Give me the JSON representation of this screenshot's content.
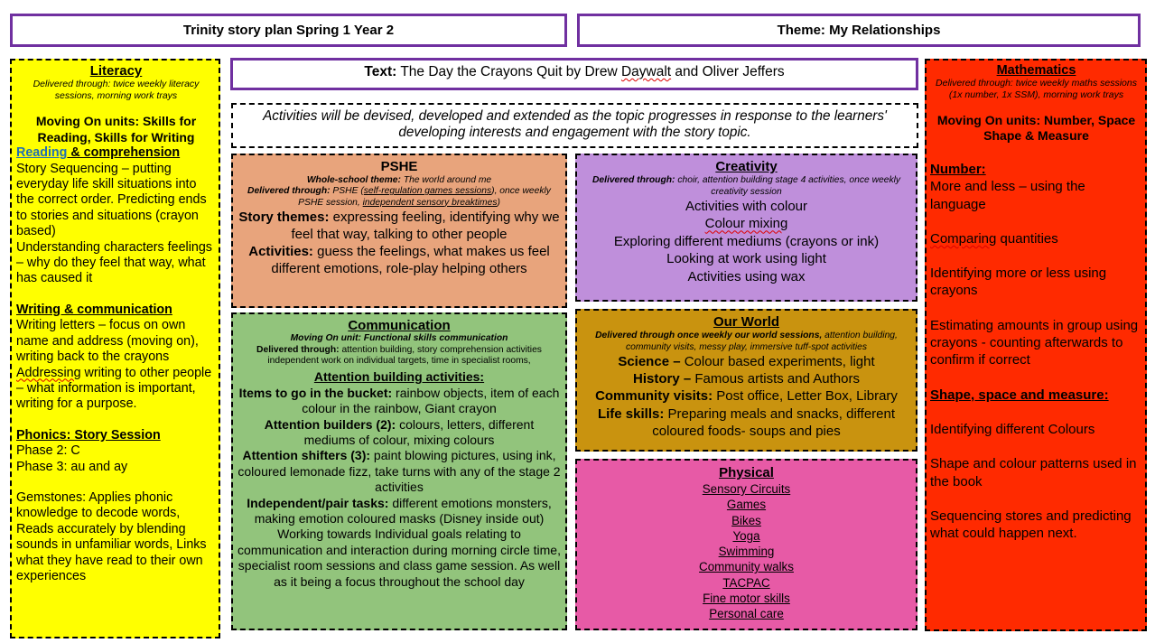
{
  "header": {
    "left_title": "Trinity story plan Spring 1 Year 2",
    "right_title": "Theme: My Relationships"
  },
  "text_box": {
    "label": "Text:",
    "book_part1": "The Day the Crayons Quit by Drew ",
    "book_author_flagged": "Daywalt",
    "book_part2": " and Oliver Jeffers"
  },
  "activities_note": "Activities will be devised, developed and extended as the topic progresses in response to the learners' developing interests and engagement with the story topic.",
  "literacy": {
    "title": "Literacy",
    "delivered": "Delivered through:  twice weekly literacy sessions, morning work trays",
    "moving_on": "Moving On units: Skills for Reading, Skills for Writing",
    "reading_link": "Reading",
    "reading_rest": " & comprehension",
    "story_seq": "Story Sequencing – putting everyday life skill situations into the correct order. Predicting ends to stories and situations (crayon based)",
    "understanding": "Understanding characters feelings – why do they feel that way, what has caused it",
    "writing_title": "Writing & communication",
    "writing_letters": "Writing letters – focus on own name and address (moving on), writing back to the crayons",
    "addressing_word": "Addressing",
    "addressing_rest": " writing to other people – what information is important, writing for a purpose.",
    "phonics_title": "Phonics: Story Session",
    "phase2": "Phase 2: C",
    "phase3": "Phase 3: au and ay",
    "gemstones": "Gemstones: Applies phonic knowledge to decode words, Reads accurately by blending sounds in unfamiliar words, Links what they have read to their own experiences"
  },
  "pshe": {
    "title": "PSHE",
    "theme_label": "Whole-school theme:",
    "theme_value": " The world around me",
    "delivered_label": "Delivered through:",
    "delivered_1": " PSHE (",
    "delivered_reg": "self-regulation games sessions",
    "delivered_2": "), once weekly PSHE session, ",
    "delivered_sensory": "independent sensory breaktimes",
    "delivered_3": ")",
    "themes_label": "Story themes:",
    "themes_value": " expressing feeling, identifying why we feel that way, talking to other people",
    "activities_label": "Activities:",
    "activities_value": " guess the feelings, what makes us feel different emotions, role-play helping others"
  },
  "creativity": {
    "title": "Creativity",
    "delivered_label": "Delivered through:",
    "delivered_value": " choir, attention building stage 4 activities, once weekly creativity session",
    "items": [
      "Activities with colour",
      "Colour mixing",
      "Exploring different mediums (crayons or ink)",
      "Looking at work using light",
      "Activities using wax"
    ]
  },
  "communication": {
    "title": "Communication",
    "moving_on": "Moving On unit: Functional skills communication",
    "delivered_label": "Delivered through:",
    "delivered_value": " attention building, story comprehension activities independent work on individual targets, time in specialist rooms,",
    "attention_title": "Attention building activities:",
    "bucket_label": "Items to go in the bucket:",
    "bucket_value": " rainbow objects, item of each colour in the rainbow, Giant crayon",
    "builders_label": "Attention builders (2):",
    "builders_value": " colours, letters, different mediums of colour, mixing colours",
    "shifters_label": "Attention shifters (3):",
    "shifters_value": " paint blowing pictures, using ink, coloured lemonade fizz, take turns with any of the stage 2 activities",
    "independent_label": "Independent/pair tasks:",
    "independent_value": " different emotions monsters, making emotion coloured masks (Disney inside out)",
    "goals": "Working towards Individual goals relating to communication and interaction during morning circle time, specialist room sessions and class game session. As well as it being a focus throughout the school day"
  },
  "our_world": {
    "title": "Our World",
    "delivered_label": "Delivered through once weekly our world sessions,",
    "delivered_value": " attention building, community visits, messy play, immersive tuff-spot activities",
    "science_label": "Science –",
    "science_value": " Colour based experiments, light",
    "history_label": "History –",
    "history_value": " Famous artists and Authors",
    "community_label": "Community visits:",
    "community_value": " Post office, Letter Box, Library",
    "life_label": "Life skills:",
    "life_value": " Preparing meals and snacks, different coloured foods- soups and pies"
  },
  "physical": {
    "title": "Physical",
    "items": [
      "Sensory Circuits",
      "Games",
      "Bikes",
      "Yoga",
      "Swimming",
      "Community walks",
      "TACPAC",
      "Fine motor skills",
      "Personal care"
    ]
  },
  "math": {
    "title": "Mathematics",
    "delivered": "Delivered through: twice weekly maths sessions (1x number, 1x SSM), morning work trays",
    "moving_on": "Moving On units: Number, Space Shape & Measure",
    "number_title": "Number:",
    "more_less": "More and less – using the language",
    "comparing_word": "Comparing",
    "comparing_rest": " quantities",
    "identifying": "Identifying more or less using crayons",
    "estimating": "Estimating amounts in group using crayons  - counting afterwards to confirm if correct",
    "shape_title": "Shape, space and measure:",
    "colours": "Identifying different Colours",
    "patterns": "Shape and colour patterns used in the book",
    "sequencing": "Sequencing stores and predicting what could happen next."
  },
  "colors": {
    "frame": "#7030a0",
    "literacy_bg": "#ffff00",
    "math_bg": "#ff2a00",
    "pshe_bg": "#e8a47c",
    "creativity_bg": "#bf8fdb",
    "communication_bg": "#92c47c",
    "world_bg": "#c9930f",
    "physical_bg": "#e75aa6"
  }
}
